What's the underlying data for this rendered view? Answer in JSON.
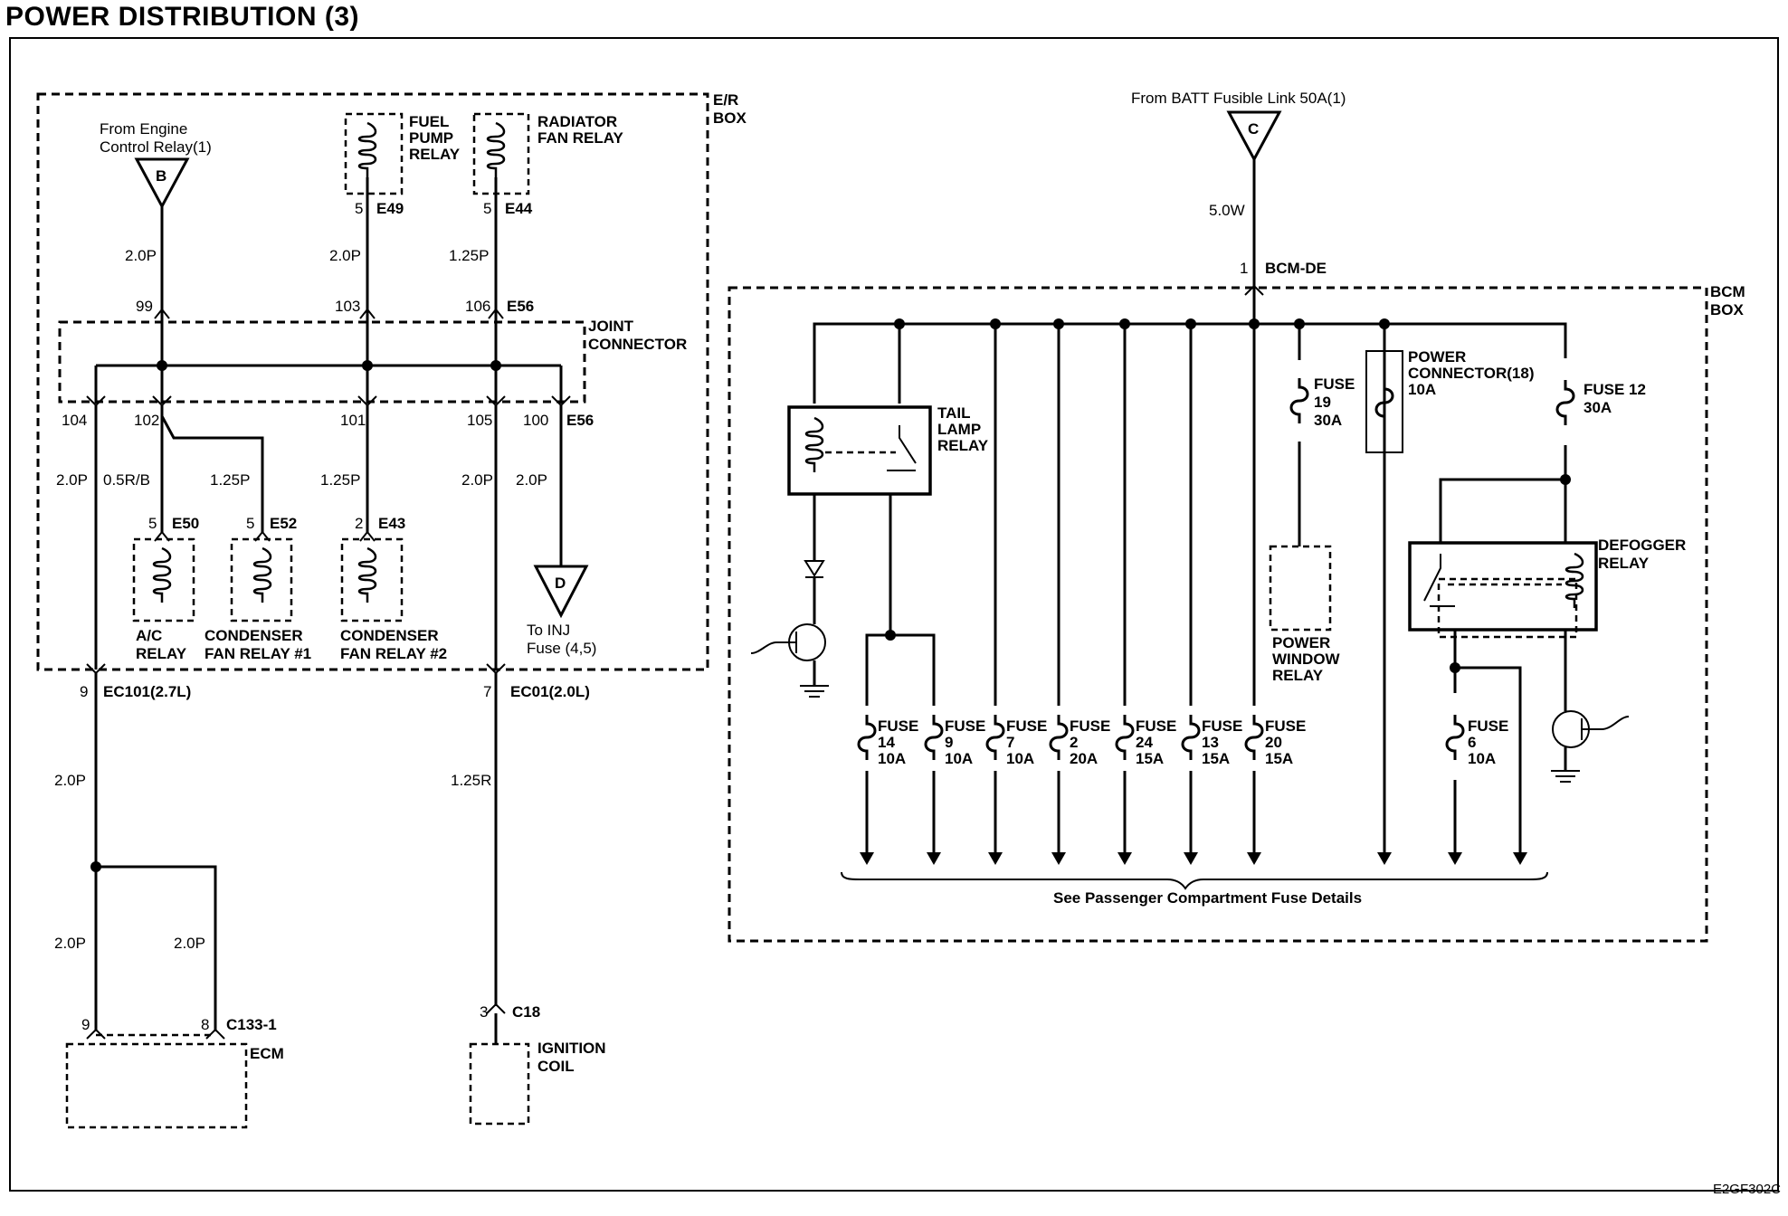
{
  "title": "POWER DISTRIBUTION (3)",
  "doc_code": "E2GF302C",
  "er_box": {
    "label_line1": "E/R",
    "label_line2": "BOX",
    "source_b": {
      "letter": "B",
      "from_line1": "From Engine",
      "from_line2": "Control Relay(1)"
    },
    "joint_connector_line1": "JOINT",
    "joint_connector_line2": "CONNECTOR",
    "fuel_pump_relay": [
      "FUEL",
      "PUMP",
      "RELAY"
    ],
    "radiator_fan_relay": [
      "RADIATOR",
      "FAN RELAY"
    ],
    "pin_e49": "5",
    "conn_e49": "E49",
    "pin_e44": "5",
    "conn_e44": "E44",
    "wire_b": "2.0P",
    "wire_fuel": "2.0P",
    "wire_rad": "1.25P",
    "pin_99": "99",
    "pin_103": "103",
    "pin_106": "106",
    "conn_e56_top": "E56",
    "pin_104": "104",
    "pin_102": "102",
    "pin_101": "101",
    "pin_105": "105",
    "pin_100": "100",
    "conn_e56_bot": "E56",
    "wire_104": "2.0P",
    "wire_102": "0.5R/B",
    "wire_102b": "1.25P",
    "wire_101": "1.25P",
    "wire_105": "2.0P",
    "wire_100": "2.0P",
    "pin_e50": "5",
    "conn_e50": "E50",
    "pin_e52": "5",
    "conn_e52": "E52",
    "pin_e43": "2",
    "conn_e43": "E43",
    "ac_relay": [
      "A/C",
      "RELAY"
    ],
    "cond_fan_relay1": [
      "CONDENSER",
      "FAN RELAY #1"
    ],
    "cond_fan_relay2": [
      "CONDENSER",
      "FAN RELAY #2"
    ],
    "dest_d": {
      "letter": "D",
      "to_line1": "To INJ",
      "to_line2": "Fuse (4,5)"
    }
  },
  "left_lower": {
    "pin_9": "9",
    "conn_ec101": "EC101(2.7L)",
    "wire_a": "2.0P",
    "wire_b": "2.0P",
    "wire_c": "2.0P",
    "pin_ecm9": "9",
    "pin_ecm8": "8",
    "conn_c133": "C133-1",
    "ecm": "ECM",
    "pin_7": "7",
    "conn_ec01": "EC01(2.0L)",
    "wire_ign": "1.25R",
    "pin_3": "3",
    "conn_c18": "C18",
    "ignition_coil": [
      "IGNITION",
      "COIL"
    ]
  },
  "bcm": {
    "source_c": {
      "letter": "C",
      "from": "From BATT Fusible Link 50A(1)"
    },
    "wire_main": "5.0W",
    "pin_1": "1",
    "conn_bcm_de": "BCM-DE",
    "box_label_line1": "BCM",
    "box_label_line2": "BOX",
    "tail_lamp_relay": [
      "TAIL",
      "LAMP",
      "RELAY"
    ],
    "fuse_19": [
      "FUSE",
      "19",
      "30A"
    ],
    "power_connector": [
      "POWER",
      "CONNECTOR(18)",
      "10A"
    ],
    "fuse_12": [
      "FUSE 12",
      "30A"
    ],
    "power_window_relay": [
      "POWER",
      "WINDOW",
      "RELAY"
    ],
    "defogger_relay": [
      "DEFOGGER",
      "RELAY"
    ],
    "fuses": [
      {
        "name": "FUSE",
        "num": "14",
        "amp": "10A"
      },
      {
        "name": "FUSE",
        "num": "9",
        "amp": "10A"
      },
      {
        "name": "FUSE",
        "num": "7",
        "amp": "10A"
      },
      {
        "name": "FUSE",
        "num": "2",
        "amp": "20A"
      },
      {
        "name": "FUSE",
        "num": "24",
        "amp": "15A"
      },
      {
        "name": "FUSE",
        "num": "13",
        "amp": "15A"
      },
      {
        "name": "FUSE",
        "num": "20",
        "amp": "15A"
      },
      {
        "name": "FUSE",
        "num": "6",
        "amp": "10A"
      }
    ],
    "see_details": "See Passenger Compartment Fuse Details"
  }
}
